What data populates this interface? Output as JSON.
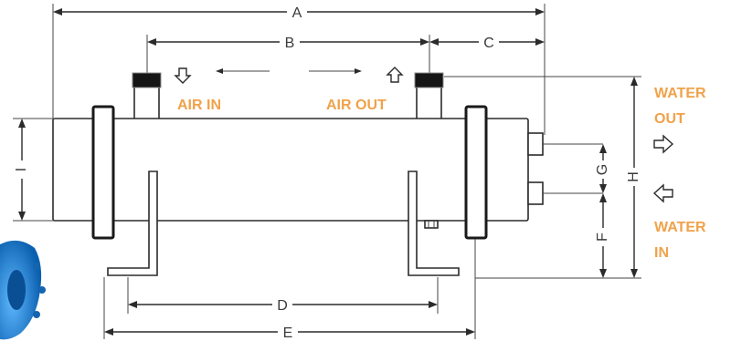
{
  "dimensions": {
    "a": "A",
    "b": "B",
    "c": "C",
    "d": "D",
    "e": "E",
    "f": "F",
    "g": "G",
    "h": "H",
    "i": "I"
  },
  "flow_labels": {
    "air_in": "AIR IN",
    "air_out": "AIR OUT",
    "water_out_line1": "WATER",
    "water_out_line2": "OUT",
    "water_in_line1": "WATER",
    "water_in_line2": "IN"
  },
  "colors": {
    "flow_label": "#f0a24a",
    "blue_part": "#1b7fd4"
  }
}
